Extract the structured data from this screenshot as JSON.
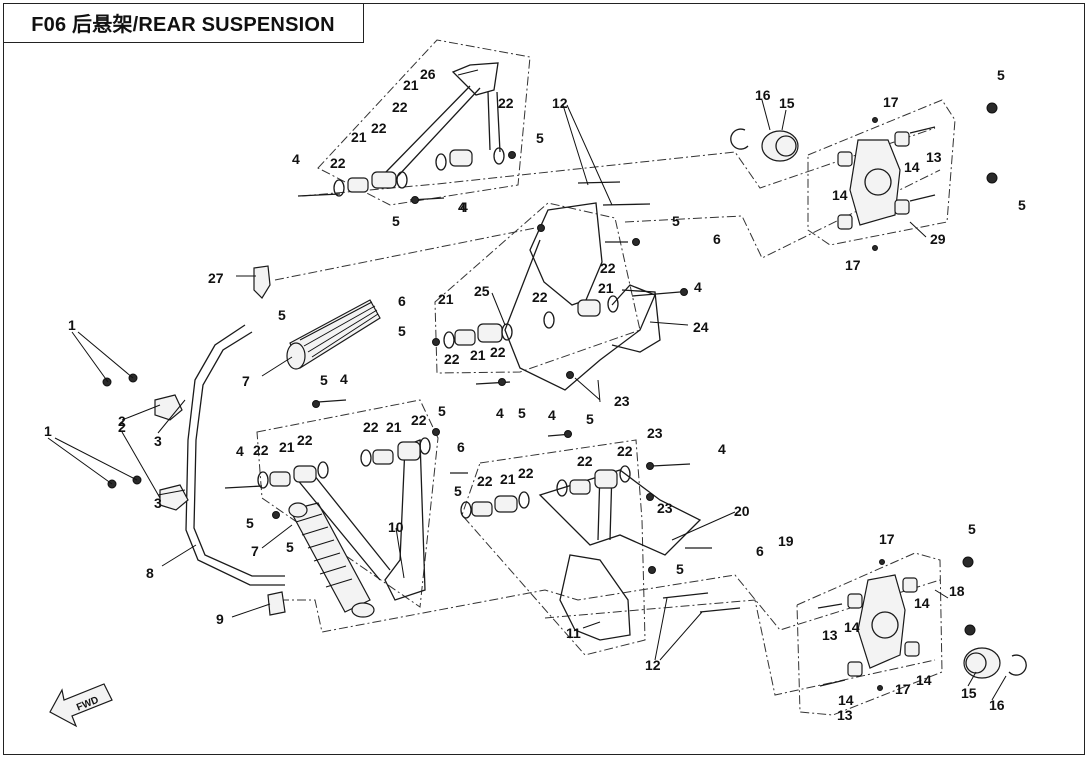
{
  "title": "F06 后悬架/REAR SUSPENSION",
  "fwd_label": "FWD",
  "callouts": [
    {
      "id": "c1",
      "label": "1"
    },
    {
      "id": "c1b",
      "label": "1"
    },
    {
      "id": "c2",
      "label": "2"
    },
    {
      "id": "c2b",
      "label": "2"
    },
    {
      "id": "c3",
      "label": "3"
    },
    {
      "id": "c3b",
      "label": "3"
    },
    {
      "id": "c4",
      "label": "4"
    },
    {
      "id": "c4b",
      "label": "4"
    },
    {
      "id": "c4c",
      "label": "4"
    },
    {
      "id": "c4d",
      "label": "4"
    },
    {
      "id": "c4e",
      "label": "4"
    },
    {
      "id": "c4f",
      "label": "4"
    },
    {
      "id": "c4g",
      "label": "4"
    },
    {
      "id": "c4h",
      "label": "4"
    },
    {
      "id": "c4i",
      "label": "4"
    },
    {
      "id": "c5",
      "label": "5"
    },
    {
      "id": "c5b",
      "label": "5"
    },
    {
      "id": "c5c",
      "label": "5"
    },
    {
      "id": "c5d",
      "label": "5"
    },
    {
      "id": "c5e",
      "label": "5"
    },
    {
      "id": "c5f",
      "label": "5"
    },
    {
      "id": "c5g",
      "label": "5"
    },
    {
      "id": "c5h",
      "label": "5"
    },
    {
      "id": "c5i",
      "label": "5"
    },
    {
      "id": "c5j",
      "label": "5"
    },
    {
      "id": "c5k",
      "label": "5"
    },
    {
      "id": "c5l",
      "label": "5"
    },
    {
      "id": "c5m",
      "label": "5"
    },
    {
      "id": "c5n",
      "label": "5"
    },
    {
      "id": "c5o",
      "label": "5"
    },
    {
      "id": "c5p",
      "label": "5"
    },
    {
      "id": "c6",
      "label": "6"
    },
    {
      "id": "c6b",
      "label": "6"
    },
    {
      "id": "c6c",
      "label": "6"
    },
    {
      "id": "c6d",
      "label": "6"
    },
    {
      "id": "c7",
      "label": "7"
    },
    {
      "id": "c7b",
      "label": "7"
    },
    {
      "id": "c8",
      "label": "8"
    },
    {
      "id": "c9",
      "label": "9"
    },
    {
      "id": "c10",
      "label": "10"
    },
    {
      "id": "c11",
      "label": "11"
    },
    {
      "id": "c12",
      "label": "12"
    },
    {
      "id": "c12b",
      "label": "12"
    },
    {
      "id": "c13",
      "label": "13"
    },
    {
      "id": "c13b",
      "label": "13"
    },
    {
      "id": "c13c",
      "label": "13"
    },
    {
      "id": "c14",
      "label": "14"
    },
    {
      "id": "c14b",
      "label": "14"
    },
    {
      "id": "c14c",
      "label": "14"
    },
    {
      "id": "c14d",
      "label": "14"
    },
    {
      "id": "c14e",
      "label": "14"
    },
    {
      "id": "c14f",
      "label": "14"
    },
    {
      "id": "c15",
      "label": "15"
    },
    {
      "id": "c15b",
      "label": "15"
    },
    {
      "id": "c16",
      "label": "16"
    },
    {
      "id": "c16b",
      "label": "16"
    },
    {
      "id": "c17",
      "label": "17"
    },
    {
      "id": "c17b",
      "label": "17"
    },
    {
      "id": "c17c",
      "label": "17"
    },
    {
      "id": "c17d",
      "label": "17"
    },
    {
      "id": "c18",
      "label": "18"
    },
    {
      "id": "c19",
      "label": "19"
    },
    {
      "id": "c20",
      "label": "20"
    },
    {
      "id": "c21",
      "label": "21"
    },
    {
      "id": "c21b",
      "label": "21"
    },
    {
      "id": "c21c",
      "label": "21"
    },
    {
      "id": "c21d",
      "label": "21"
    },
    {
      "id": "c21e",
      "label": "21"
    },
    {
      "id": "c21f",
      "label": "21"
    },
    {
      "id": "c21g",
      "label": "21"
    },
    {
      "id": "c21h",
      "label": "21"
    },
    {
      "id": "c22",
      "label": "22"
    },
    {
      "id": "c22b",
      "label": "22"
    },
    {
      "id": "c22c",
      "label": "22"
    },
    {
      "id": "c22d",
      "label": "22"
    },
    {
      "id": "c22e",
      "label": "22"
    },
    {
      "id": "c22f",
      "label": "22"
    },
    {
      "id": "c22g",
      "label": "22"
    },
    {
      "id": "c22h",
      "label": "22"
    },
    {
      "id": "c22i",
      "label": "22"
    },
    {
      "id": "c22j",
      "label": "22"
    },
    {
      "id": "c22k",
      "label": "22"
    },
    {
      "id": "c22l",
      "label": "22"
    },
    {
      "id": "c22m",
      "label": "22"
    },
    {
      "id": "c22n",
      "label": "22"
    },
    {
      "id": "c22o",
      "label": "22"
    },
    {
      "id": "c22p",
      "label": "22"
    },
    {
      "id": "c23",
      "label": "23"
    },
    {
      "id": "c23b",
      "label": "23"
    },
    {
      "id": "c23c",
      "label": "23"
    },
    {
      "id": "c24",
      "label": "24"
    },
    {
      "id": "c25",
      "label": "25"
    },
    {
      "id": "c26",
      "label": "26"
    },
    {
      "id": "c27",
      "label": "27"
    },
    {
      "id": "c29",
      "label": "29"
    }
  ]
}
